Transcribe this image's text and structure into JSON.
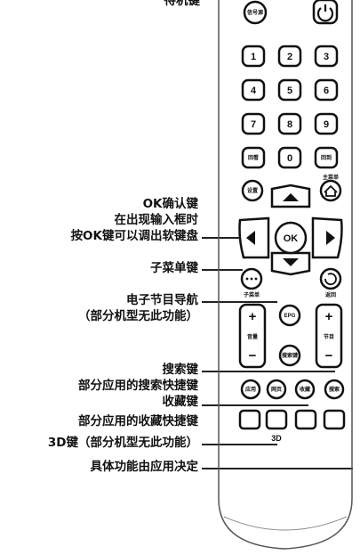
{
  "labels": {
    "standby": "待机键",
    "ok_title": "OK确认键",
    "ok_line2": "在出现输入框时",
    "ok_line3": "按OK键可以调出软键盘",
    "submenu": "子菜单键",
    "epg_title": "电子节目导航",
    "epg_note": "（部分机型无此功能）",
    "search_title": "搜索键",
    "search_note": "部分应用的搜索快捷键",
    "fav_title": "收藏键",
    "fav_note": "部分应用的收藏快捷键",
    "key3d": "3D键（部分机型无此功能）",
    "app_keys": "具体功能由应用决定"
  },
  "remote": {
    "signal_label": "信号源",
    "num": [
      "1",
      "2",
      "3",
      "4",
      "5",
      "6",
      "7",
      "8",
      "9",
      "0"
    ],
    "left_of_zero": "回看",
    "right_of_zero": "回到",
    "home_label": "主菜单",
    "settings_label": "设置",
    "ok_label": "OK",
    "submenu_label": "子菜单",
    "back_label": "返回",
    "volume_plus": "+",
    "volume_label": "音量",
    "volume_minus": "−",
    "epg_label": "EPG",
    "channel_plus": "+",
    "channel_label": "节目",
    "channel_minus": "−",
    "search_btn": "搜索键",
    "row_labels": [
      "应用",
      "网页",
      "收藏",
      "搜索"
    ],
    "label_3d": "3D"
  }
}
